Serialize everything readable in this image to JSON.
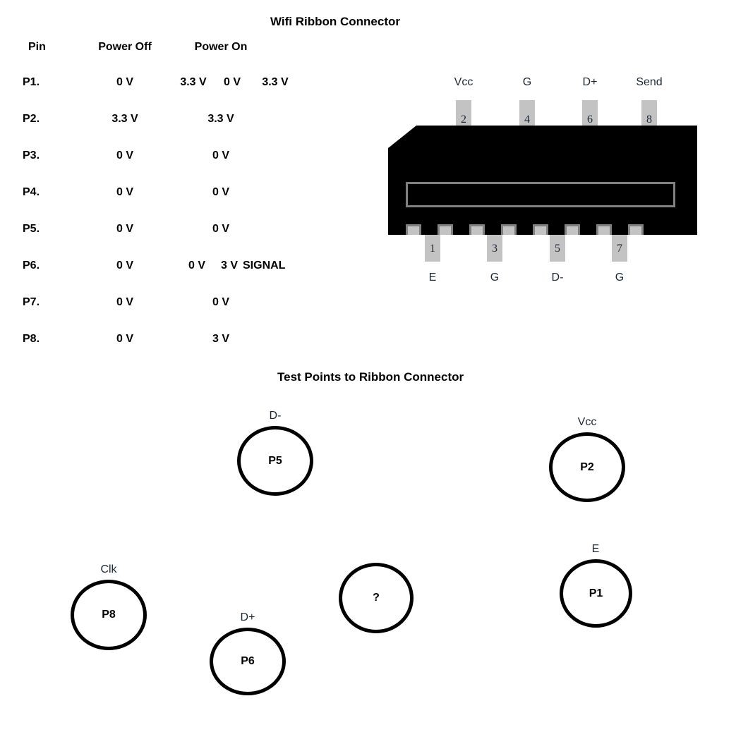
{
  "headings": {
    "connector_title": "Wifi Ribbon Connector",
    "testpoints_title": "Test Points to Ribbon Connector"
  },
  "voltage_table": {
    "columns": [
      "Pin",
      "Power Off",
      "Power On"
    ],
    "rows": [
      {
        "pin": "P1.",
        "power_off": "0 V",
        "power_on": "3.3 V",
        "extra1": "0 V",
        "extra2": "3.3 V"
      },
      {
        "pin": "P2.",
        "power_off": "3.3 V",
        "power_on": "3.3 V",
        "extra1": "",
        "extra2": ""
      },
      {
        "pin": "P3.",
        "power_off": "0 V",
        "power_on": "0 V",
        "extra1": "",
        "extra2": ""
      },
      {
        "pin": "P4.",
        "power_off": "0 V",
        "power_on": "0 V",
        "extra1": "",
        "extra2": ""
      },
      {
        "pin": "P5.",
        "power_off": "0 V",
        "power_on": "0 V",
        "extra1": "",
        "extra2": ""
      },
      {
        "pin": "P6.",
        "power_off": "0 V",
        "power_on": "0 V",
        "extra1": "3 V",
        "extra2": "SIGNAL"
      },
      {
        "pin": "P7.",
        "power_off": "0 V",
        "power_on": "0 V",
        "extra1": "",
        "extra2": ""
      },
      {
        "pin": "P8.",
        "power_off": "0 V",
        "power_on": "3 V",
        "extra1": "",
        "extra2": ""
      }
    ]
  },
  "connector": {
    "top_pins": [
      {
        "number": "2",
        "label": "Vcc"
      },
      {
        "number": "4",
        "label": "G"
      },
      {
        "number": "6",
        "label": "D+"
      },
      {
        "number": "8",
        "label": "Send"
      }
    ],
    "bottom_pins": [
      {
        "number": "1",
        "label": "E"
      },
      {
        "number": "3",
        "label": "G"
      },
      {
        "number": "5",
        "label": "D-"
      },
      {
        "number": "7",
        "label": "G"
      }
    ],
    "body_color": "#000000",
    "pin_color": "#c3c3c3",
    "slot_outline_color": "#808080"
  },
  "test_points": [
    {
      "name": "P5",
      "label": "D-"
    },
    {
      "name": "P2",
      "label": "Vcc"
    },
    {
      "name": "P8",
      "label": "Clk"
    },
    {
      "name": "?",
      "label": ""
    },
    {
      "name": "P6",
      "label": "D+"
    },
    {
      "name": "P1",
      "label": "E"
    }
  ]
}
